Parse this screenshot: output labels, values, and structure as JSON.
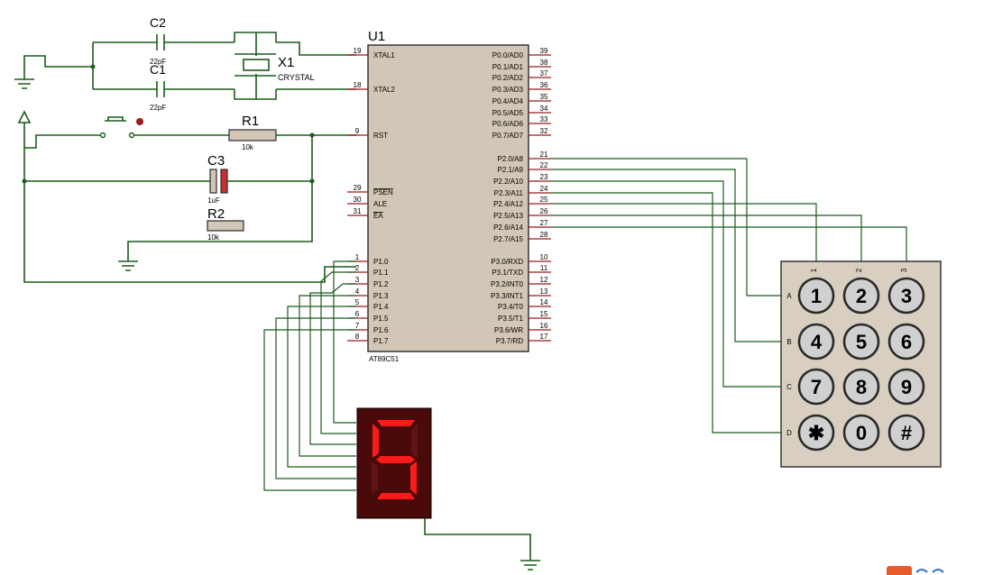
{
  "components": {
    "c2": {
      "ref": "C2",
      "value": "22pF"
    },
    "c1": {
      "ref": "C1",
      "value": "22pF"
    },
    "x1": {
      "ref": "X1",
      "value": "CRYSTAL"
    },
    "r1": {
      "ref": "R1",
      "value": "10k"
    },
    "r2": {
      "ref": "R2",
      "value": "10k"
    },
    "c3": {
      "ref": "C3",
      "value": "1uF"
    },
    "u1": {
      "ref": "U1",
      "part": "AT89C51"
    }
  },
  "mcu": {
    "left_pins": [
      {
        "num": "19",
        "name": "XTAL1"
      },
      {
        "num": "18",
        "name": "XTAL2"
      },
      {
        "num": "9",
        "name": "RST"
      },
      {
        "num": "29",
        "name": "PSEN"
      },
      {
        "num": "30",
        "name": "ALE"
      },
      {
        "num": "31",
        "name": "EA"
      },
      {
        "num": "1",
        "name": "P1.0"
      },
      {
        "num": "2",
        "name": "P1.1"
      },
      {
        "num": "3",
        "name": "P1.2"
      },
      {
        "num": "4",
        "name": "P1.3"
      },
      {
        "num": "5",
        "name": "P1.4"
      },
      {
        "num": "6",
        "name": "P1.5"
      },
      {
        "num": "7",
        "name": "P1.6"
      },
      {
        "num": "8",
        "name": "P1.7"
      }
    ],
    "right_pins": [
      {
        "num": "39",
        "name": "P0.0/AD0"
      },
      {
        "num": "38",
        "name": "P0.1/AD1"
      },
      {
        "num": "37",
        "name": "P0.2/AD2"
      },
      {
        "num": "36",
        "name": "P0.3/AD3"
      },
      {
        "num": "35",
        "name": "P0.4/AD4"
      },
      {
        "num": "34",
        "name": "P0.5/AD5"
      },
      {
        "num": "33",
        "name": "P0.6/AD6"
      },
      {
        "num": "32",
        "name": "P0.7/AD7"
      },
      {
        "num": "21",
        "name": "P2.0/A8"
      },
      {
        "num": "22",
        "name": "P2.1/A9"
      },
      {
        "num": "23",
        "name": "P2.2/A10"
      },
      {
        "num": "24",
        "name": "P2.3/A11"
      },
      {
        "num": "25",
        "name": "P2.4/A12"
      },
      {
        "num": "26",
        "name": "P2.5/A13"
      },
      {
        "num": "27",
        "name": "P2.6/A14"
      },
      {
        "num": "28",
        "name": "P2.7/A15"
      },
      {
        "num": "10",
        "name": "P3.0/RXD"
      },
      {
        "num": "11",
        "name": "P3.1/TXD"
      },
      {
        "num": "12",
        "name": "P3.2/INT0"
      },
      {
        "num": "13",
        "name": "P3.3/INT1"
      },
      {
        "num": "14",
        "name": "P3.4/T0"
      },
      {
        "num": "15",
        "name": "P3.5/T1"
      },
      {
        "num": "16",
        "name": "P3.6/WR"
      },
      {
        "num": "17",
        "name": "P3.7/RD"
      }
    ]
  },
  "keypad": {
    "columns": [
      "1",
      "2",
      "3"
    ],
    "rows": [
      "A",
      "B",
      "C",
      "D"
    ],
    "keys": [
      [
        "1",
        "2",
        "3"
      ],
      [
        "4",
        "5",
        "6"
      ],
      [
        "7",
        "8",
        "9"
      ],
      [
        "✱",
        "0",
        "#"
      ]
    ]
  },
  "display": {
    "digit": "5",
    "segment_color": "#ff1a1a",
    "body_color": "#4a0a0a"
  },
  "colors": {
    "wire": "#1a5c1a",
    "pin": "#9b1b1b",
    "chip_fill": "#d2c7b6",
    "keypad_fill": "#d8cfc0"
  }
}
